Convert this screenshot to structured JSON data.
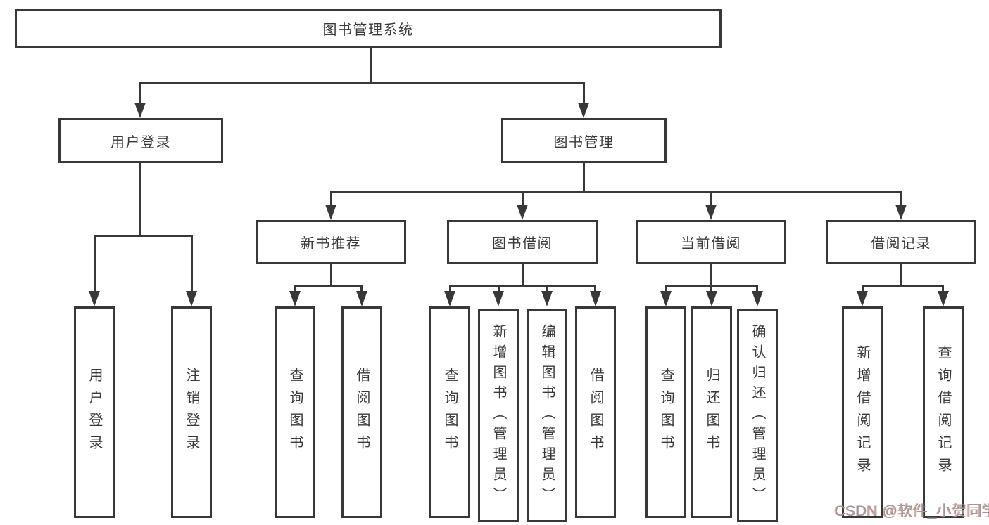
{
  "diagram": {
    "title": "图书管理系统",
    "level2": [
      {
        "label": "用户登录"
      },
      {
        "label": "图书管理"
      }
    ],
    "level3": [
      {
        "label": "新书推荐"
      },
      {
        "label": "图书借阅"
      },
      {
        "label": "当前借阅"
      },
      {
        "label": "借阅记录"
      }
    ],
    "leaves": [
      {
        "label": "用户登录"
      },
      {
        "label": "注销登录"
      },
      {
        "label": "查询图书"
      },
      {
        "label": "借阅图书"
      },
      {
        "label": "查询图书"
      },
      {
        "label": "新增图书（管理员）"
      },
      {
        "label": "编辑图书（管理员）"
      },
      {
        "label": "借阅图书"
      },
      {
        "label": "查询图书"
      },
      {
        "label": "归还图书"
      },
      {
        "label": "确认归还（管理员）"
      },
      {
        "label": "新增借阅记录"
      },
      {
        "label": "查询借阅记录"
      }
    ]
  },
  "watermark": "CSDN @软件_小贺同学",
  "colors": {
    "line": "#383838",
    "text": "#3a3a3a",
    "watermark": "#9b9b9b",
    "background": "#ffffff"
  }
}
